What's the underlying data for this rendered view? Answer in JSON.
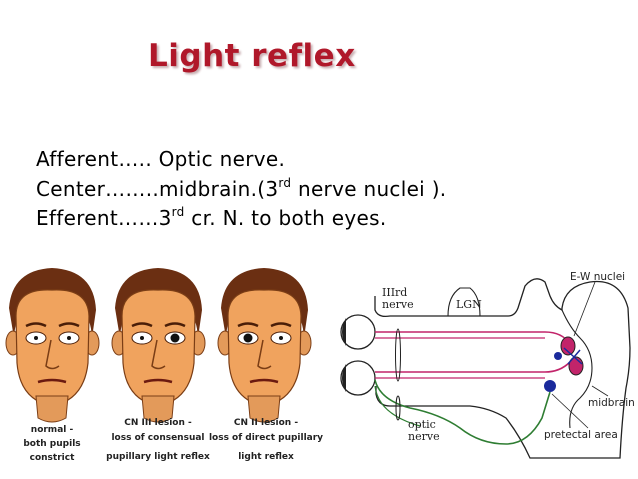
{
  "title": "Light reflex",
  "lines": {
    "afferent": "Afferent….. Optic nerve.",
    "center_pre": "Center……..midbrain.(3",
    "center_sup": "rd",
    "center_post": " nerve nuclei ).",
    "efferent_pre": "Efferent……3",
    "efferent_sup": "rd",
    "efferent_post": " cr. N. to both eyes."
  },
  "faces": [
    {
      "caption_1": "normal -",
      "caption_2": "both pupils",
      "caption_3": "constrict"
    },
    {
      "caption_1": "CN III lesion -",
      "caption_2": "loss of consensual",
      "caption_3": "pupillary light reflex"
    },
    {
      "caption_1": "CN II lesion -",
      "caption_2": "loss of direct pupillary",
      "caption_3": "light reflex"
    }
  ],
  "diagram": {
    "iiird_1": "IIIrd",
    "iiird_2": "nerve",
    "lgn": "LGN",
    "ew": "E-W nuclei",
    "midbrain": "midbrain",
    "optic_1": "optic",
    "optic_2": "nerve",
    "pretectal": "pretectal area"
  },
  "colors": {
    "title": "#b0182a",
    "nerve_iii": "#c2246a",
    "optic": "#2e7d32"
  }
}
